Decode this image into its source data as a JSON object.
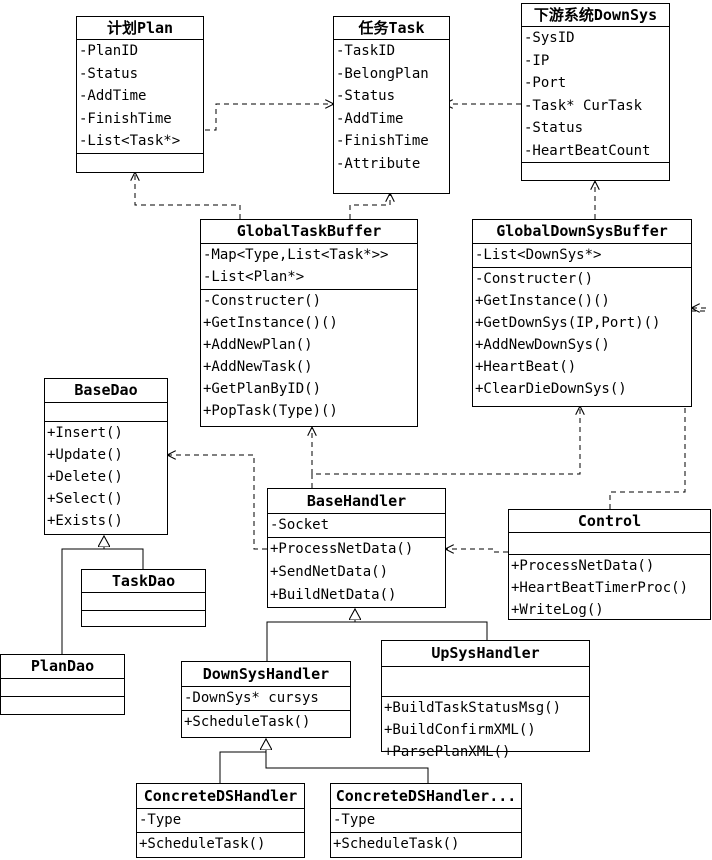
{
  "classes": {
    "plan": {
      "name": "计划Plan",
      "attributes": [
        "-PlanID",
        "-Status",
        "-AddTime",
        "-FinishTime",
        "-List<Task*>"
      ],
      "methods": []
    },
    "task": {
      "name": "任务Task",
      "attributes": [
        "-TaskID",
        "-BelongPlan",
        "-Status",
        "-AddTime",
        "-FinishTime",
        "-Attribute"
      ],
      "methods": []
    },
    "downsys": {
      "name": "下游系统DownSys",
      "attributes": [
        "-SysID",
        "-IP",
        "-Port",
        "-Task* CurTask",
        "-Status",
        "-HeartBeatCount"
      ],
      "methods": []
    },
    "global_task_buffer": {
      "name": "GlobalTaskBuffer",
      "attributes": [
        "-Map<Type,List<Task*>>",
        "-List<Plan*>"
      ],
      "methods": [
        "-Constructer()",
        "+GetInstance()()",
        "+AddNewPlan()",
        "+AddNewTask()",
        "+GetPlanByID()",
        "+PopTask(Type)()"
      ]
    },
    "global_downsys_buffer": {
      "name": "GlobalDownSysBuffer",
      "attributes": [
        "-List<DownSys*>"
      ],
      "methods": [
        "-Constructer()",
        "+GetInstance()()",
        "+GetDownSys(IP,Port)()",
        "+AddNewDownSys()",
        "+HeartBeat()",
        "+ClearDieDownSys()"
      ]
    },
    "base_dao": {
      "name": "BaseDao",
      "attributes": [],
      "methods": [
        "+Insert()",
        "+Update()",
        "+Delete()",
        "+Select()",
        "+Exists()"
      ]
    },
    "task_dao": {
      "name": "TaskDao",
      "attributes": [],
      "methods": []
    },
    "plan_dao": {
      "name": "PlanDao",
      "attributes": [],
      "methods": []
    },
    "base_handler": {
      "name": "BaseHandler",
      "attributes": [
        "-Socket"
      ],
      "methods": [
        "+ProcessNetData()",
        "+SendNetData()",
        "+BuildNetData()"
      ]
    },
    "control": {
      "name": "Control",
      "attributes": [],
      "methods": [
        "+ProcessNetData()",
        "+HeartBeatTimerProc()",
        "+WriteLog()"
      ]
    },
    "downsys_handler": {
      "name": "DownSysHandler",
      "attributes": [
        "-DownSys* cursys"
      ],
      "methods": [
        "+ScheduleTask()"
      ]
    },
    "upsys_handler": {
      "name": "UpSysHandler",
      "attributes": [],
      "methods": [
        "+BuildTaskStatusMsg()",
        "+BuildConfirmXML()",
        "+ParsePlanXML()"
      ]
    },
    "concrete_ds_handler_1": {
      "name": "ConcreteDSHandler",
      "attributes": [
        "-Type"
      ],
      "methods": [
        "+ScheduleTask()"
      ]
    },
    "concrete_ds_handler_2": {
      "name": "ConcreteDSHandler...",
      "attributes": [
        "-Type"
      ],
      "methods": [
        "+ScheduleTask()"
      ]
    }
  },
  "relations": [
    {
      "type": "dependency",
      "from": "plan",
      "to": "task"
    },
    {
      "type": "dependency",
      "from": "downsys",
      "to": "task"
    },
    {
      "type": "dependency",
      "from": "global_task_buffer",
      "to": "plan"
    },
    {
      "type": "dependency",
      "from": "global_task_buffer",
      "to": "task"
    },
    {
      "type": "dependency",
      "from": "global_downsys_buffer",
      "to": "downsys"
    },
    {
      "type": "dependency",
      "from": "base_handler",
      "to": "global_task_buffer"
    },
    {
      "type": "dependency",
      "from": "base_handler",
      "to": "global_downsys_buffer"
    },
    {
      "type": "dependency",
      "from": "base_handler",
      "to": "base_dao"
    },
    {
      "type": "dependency",
      "from": "control",
      "to": "base_handler"
    },
    {
      "type": "dependency",
      "from": "control",
      "to": "global_downsys_buffer"
    },
    {
      "type": "generalization",
      "from": "task_dao",
      "to": "base_dao"
    },
    {
      "type": "generalization",
      "from": "plan_dao",
      "to": "base_dao"
    },
    {
      "type": "generalization",
      "from": "downsys_handler",
      "to": "base_handler"
    },
    {
      "type": "generalization",
      "from": "upsys_handler",
      "to": "base_handler"
    },
    {
      "type": "generalization",
      "from": "concrete_ds_handler_1",
      "to": "downsys_handler"
    },
    {
      "type": "generalization",
      "from": "concrete_ds_handler_2",
      "to": "downsys_handler"
    }
  ]
}
